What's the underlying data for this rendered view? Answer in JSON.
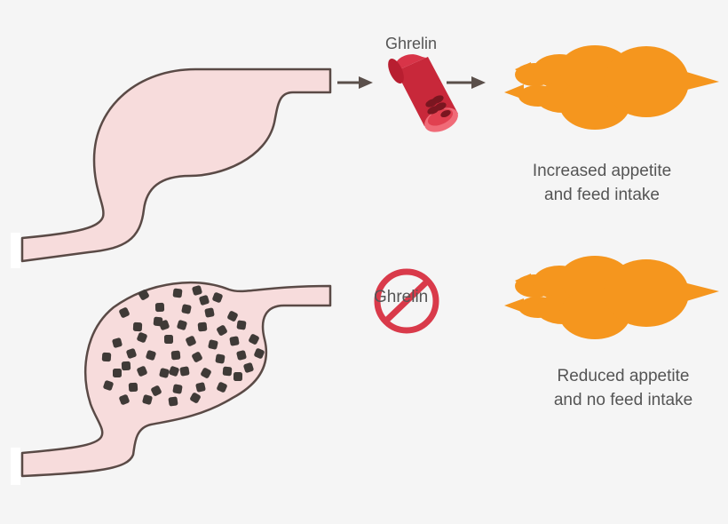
{
  "colors": {
    "background": "#f5f5f5",
    "stomach_fill": "#f7dcdc",
    "stomach_outline": "#5a4a46",
    "blocker": "#3f3a37",
    "blood_vessel": "#c8283a",
    "brain": "#f5961e",
    "prohibit": "#d93a4a",
    "arrow": "#5a4f4a",
    "text": "#555555"
  },
  "top_row": {
    "hormone_label": "Ghrelin",
    "caption": {
      "line1": "Increased appetite",
      "line2": "and feed intake"
    }
  },
  "bottom_row": {
    "hormone_label": "Ghrelin",
    "caption": {
      "line1": "Reduced appetite",
      "line2": "and no feed intake"
    }
  },
  "icons": [
    "stomach-empty-icon",
    "arrow-right-icon",
    "blood-vessel-icon",
    "brain-icon",
    "stomach-full-icon",
    "prohibition-icon"
  ]
}
